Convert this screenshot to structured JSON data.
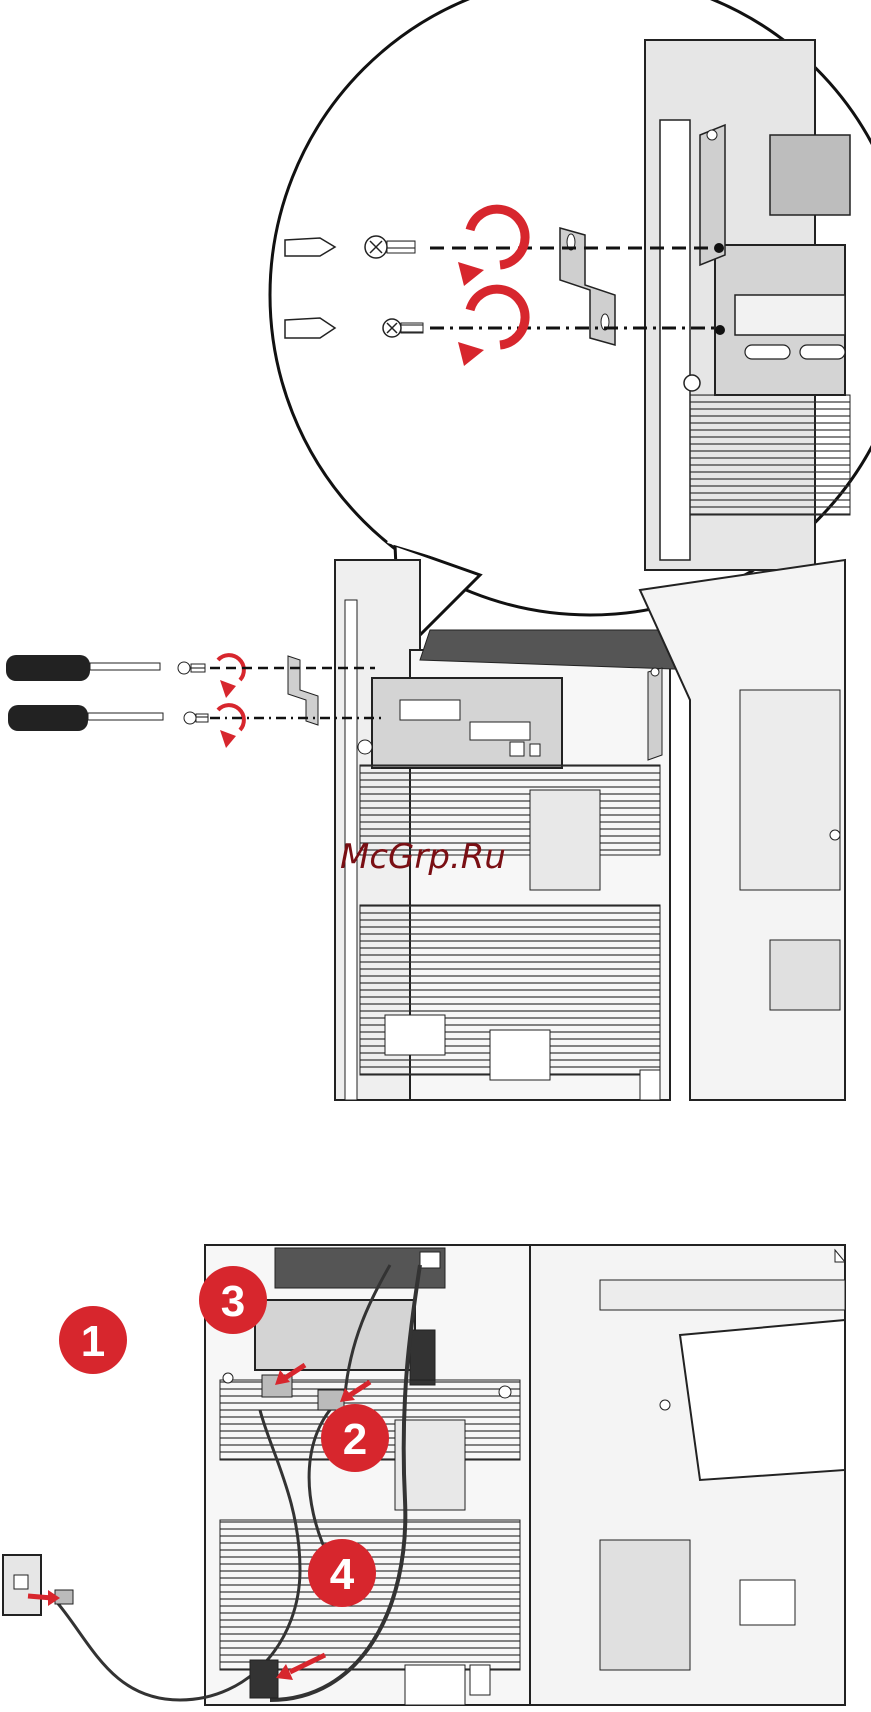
{
  "watermark": {
    "text": "McGrp.Ru",
    "color": "#7a0f14"
  },
  "steps": [
    {
      "number": "1",
      "meaning": "disconnect phone cord from wall jack"
    },
    {
      "number": "2",
      "meaning": "disconnect cord from printer port"
    },
    {
      "number": "3",
      "meaning": "disconnect cable from printer port"
    },
    {
      "number": "4",
      "meaning": "disconnect power cord"
    }
  ],
  "colors": {
    "accent_red": "#d7262d",
    "line": "#222222",
    "panel": "#dcdcdc"
  },
  "icons": [
    "screwdriver-icon",
    "screw-icon",
    "rotate-arrow-icon",
    "wall-jack-icon",
    "plug-icon"
  ]
}
